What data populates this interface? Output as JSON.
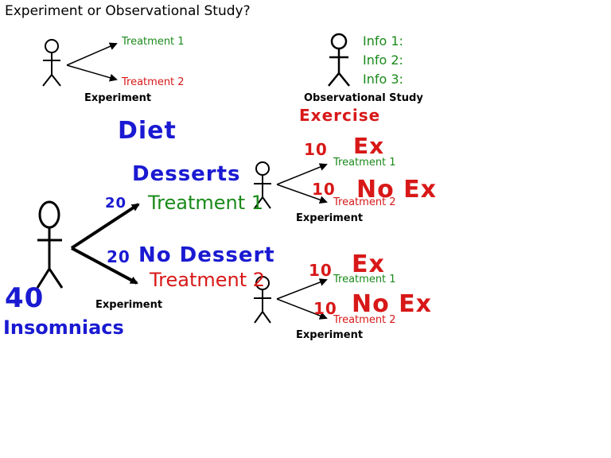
{
  "title": "Experiment or Observational Study?",
  "legend": {
    "treatment1": "Treatment 1",
    "treatment2": "Treatment 2",
    "experiment": "Experiment",
    "info": [
      "Info 1:",
      "Info 2:",
      "Info 3:"
    ],
    "observational": "Observational Study"
  },
  "main": {
    "population_count": "40",
    "population_label": "Insomniacs",
    "diet_label": "Diet",
    "exercise_label": "Exercise",
    "branch_top": {
      "count": "20",
      "group": "Desserts",
      "treatment": "Treatment 1"
    },
    "branch_bottom": {
      "count": "20",
      "group": "No Dessert",
      "treatment": "Treatment 2"
    },
    "experiment_label": "Experiment",
    "sub_top": {
      "top": {
        "count": "10",
        "group": "Ex",
        "treatment": "Treatment 1"
      },
      "bottom": {
        "count": "10",
        "group": "No Ex",
        "treatment": "Treatment 2"
      },
      "label": "Experiment"
    },
    "sub_bottom": {
      "top": {
        "count": "10",
        "group": "Ex",
        "treatment": "Treatment 1"
      },
      "bottom": {
        "count": "10",
        "group": "No Ex",
        "treatment": "Treatment 2"
      },
      "label": "Experiment"
    }
  },
  "colors": {
    "green": "#1a8a1a",
    "red": "#d81818",
    "blue": "#1a1ad2",
    "ink": "#000000"
  }
}
